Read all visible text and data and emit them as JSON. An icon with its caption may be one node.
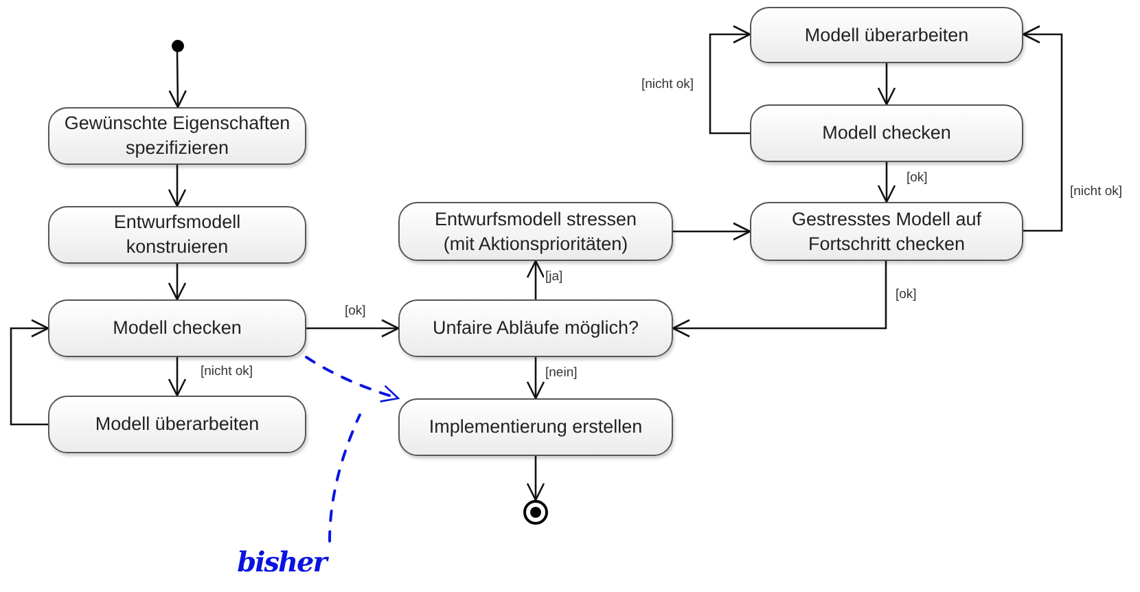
{
  "diagram": {
    "nodes": [
      {
        "text": [],
        "shape": "circle"
      },
      {
        "text": [
          "Gewünschte Eigenschaften spezifizieren"
        ]
      },
      {
        "text": [
          "Entwurfsmodell konstruieren"
        ]
      },
      {
        "text": [
          "Modell checken"
        ]
      },
      {
        "text": [
          "Modell überarbeiten"
        ]
      },
      {
        "text": [
          "Entwurfsmodell stressen (mit Aktionsprioritäten)"
        ]
      },
      {
        "text": [
          "Unfaire Abläufe möglich?"
        ]
      },
      {
        "text": [
          "Implementierung erstellen"
        ]
      },
      {
        "text": [],
        "shape": "bullseye"
      },
      {
        "text": [
          "Modell überarbeiten"
        ]
      },
      {
        "text": [
          "Modell checken"
        ]
      },
      {
        "text": [
          "Gestresstes Modell auf Fortschritt checken"
        ]
      },
      {
        "text": [
          "bisher"
        ]
      }
    ],
    "edges": [
      {
        "from": 0,
        "to": 1,
        "arrow": "to"
      },
      {
        "from": 1,
        "to": 2,
        "arrow": "to"
      },
      {
        "from": 2,
        "to": 3,
        "arrow": "to"
      },
      {
        "from": 3,
        "to": 4,
        "arrow": "to",
        "label": "[nicht ok]"
      },
      {
        "from": 4,
        "to": 3,
        "arrow": "to"
      },
      {
        "from": 3,
        "to": 6,
        "arrow": "to",
        "label": "[ok]"
      },
      {
        "from": 6,
        "to": 5,
        "arrow": "to",
        "label": "[ja]"
      },
      {
        "from": 6,
        "to": 7,
        "arrow": "to",
        "label": "[nein]"
      },
      {
        "from": 7,
        "to": 8,
        "arrow": "to"
      },
      {
        "from": 5,
        "to": 11,
        "arrow": "to"
      },
      {
        "from": 9,
        "to": 10,
        "arrow": "to"
      },
      {
        "from": 10,
        "to": 11,
        "arrow": "to",
        "label": "[ok]"
      },
      {
        "from": 10,
        "to": 9,
        "arrow": "to",
        "label": "[nicht ok]"
      },
      {
        "from": 11,
        "to": 9,
        "arrow": "to",
        "label": "[nicht ok]"
      },
      {
        "from": 11,
        "to": 6,
        "arrow": "to",
        "label": "[ok]"
      },
      {
        "from": 3,
        "to": 7,
        "arrow": "to",
        "style": "dashed",
        "color": "#0a14e0"
      },
      {
        "from": 12,
        "to": null,
        "arrow": "none",
        "style": "dashed",
        "color": "#0a14e0"
      }
    ]
  }
}
